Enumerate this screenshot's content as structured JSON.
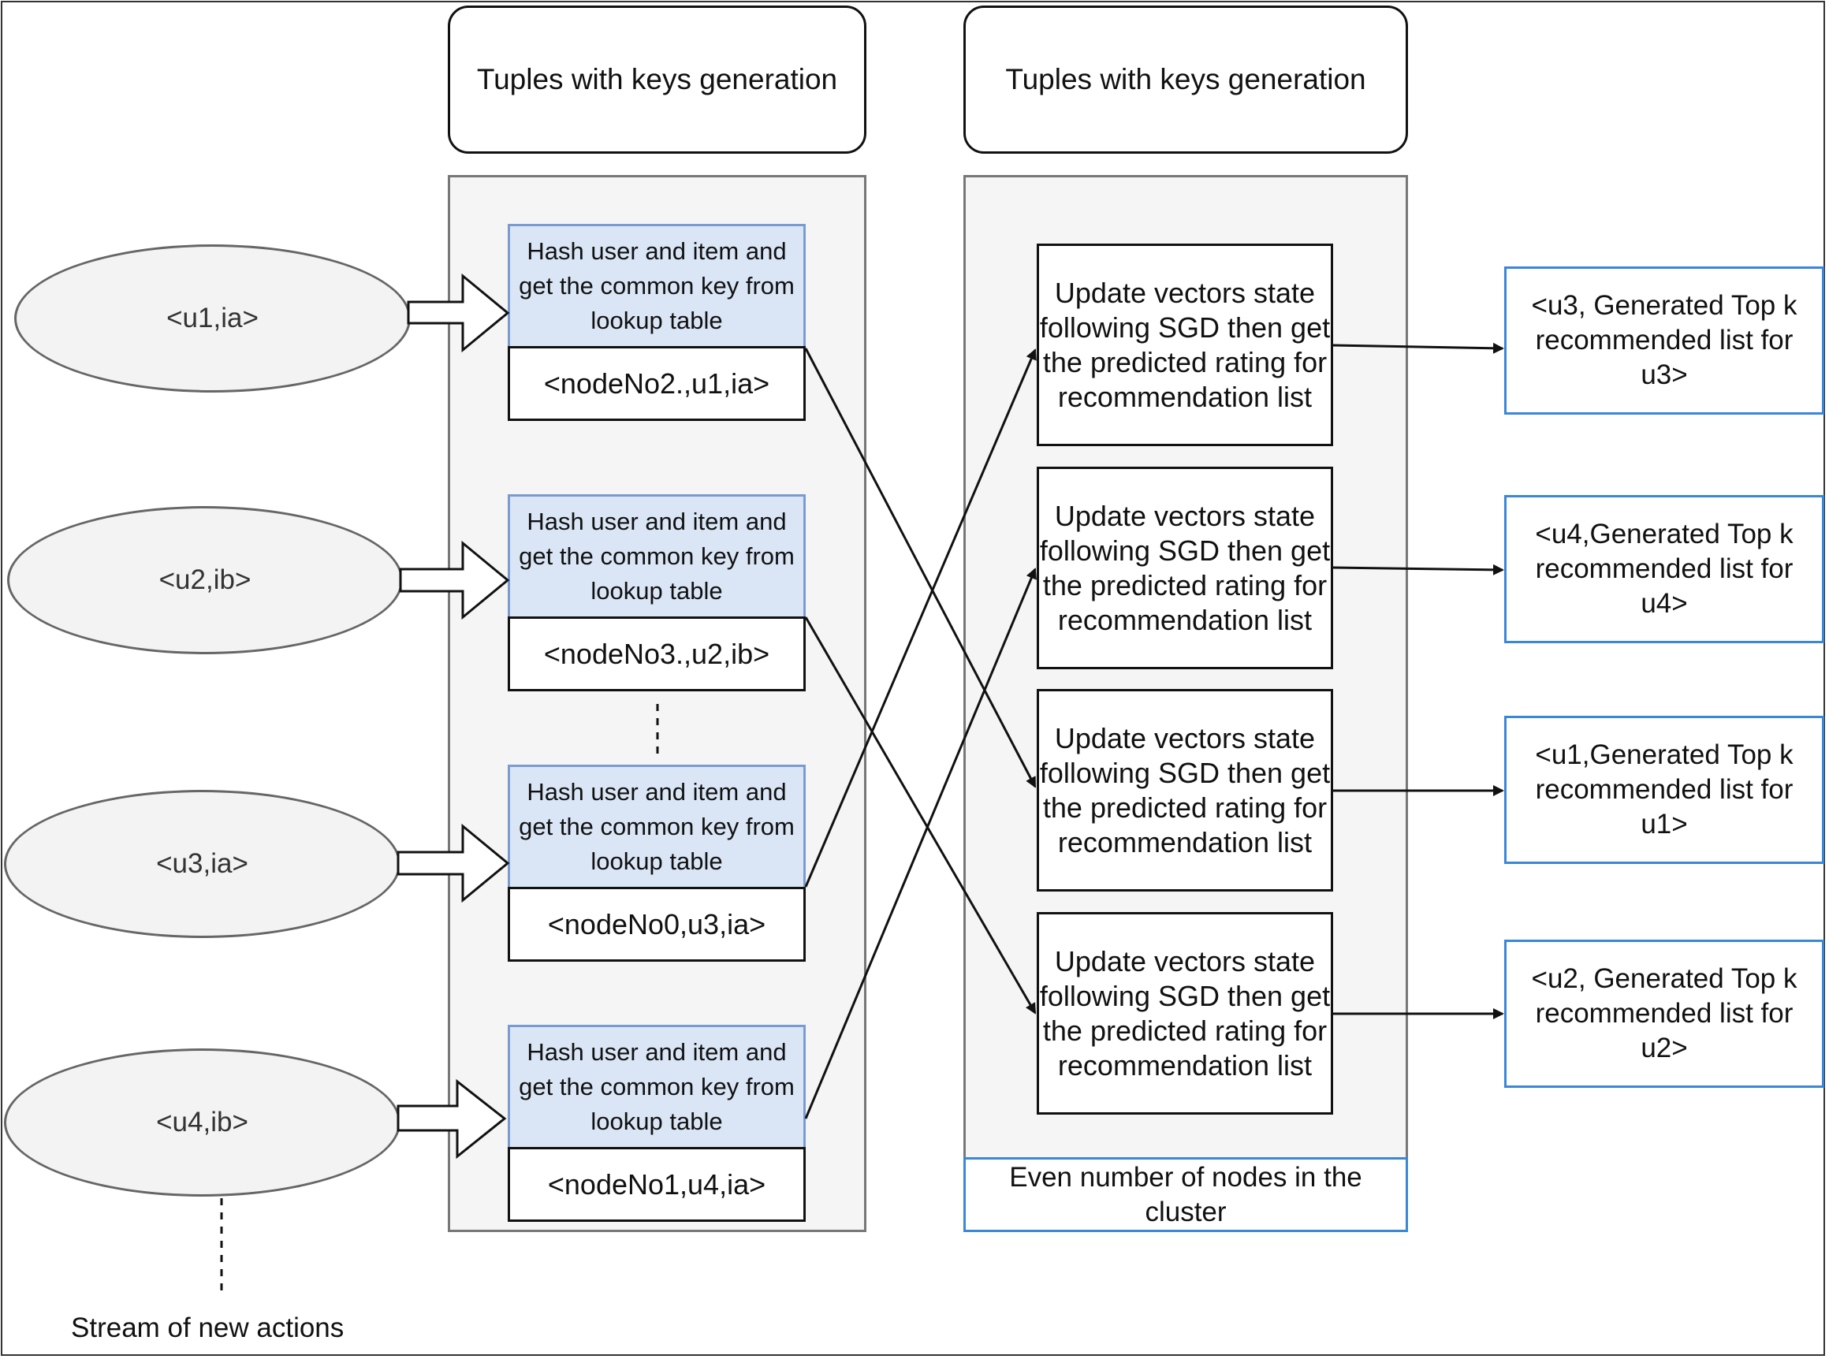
{
  "headers": [
    "Tuples with keys generation",
    "Tuples with keys generation"
  ],
  "stream": [
    {
      "tuple": "<u1,ia>"
    },
    {
      "tuple": "<u2,ib>"
    },
    {
      "tuple": "<u3,ia>"
    },
    {
      "tuple": "<u4,ib>"
    }
  ],
  "key_generation": [
    {
      "hash": "Hash user and item and get the common key from lookup table",
      "key": "<nodeNo2.,u1,ia>"
    },
    {
      "hash": "Hash user and item and get the common key from lookup table",
      "key": "<nodeNo3.,u2,ib>"
    },
    {
      "hash": "Hash user and item and get the common key from lookup table",
      "key": "<nodeNo0,u3,ia>"
    },
    {
      "hash": "Hash user and item and get the common key from lookup table",
      "key": "<nodeNo1,u4,ia>"
    }
  ],
  "nodes": [
    "Update vectors state following SGD then get the predicted rating for recommendation list",
    "Update vectors state following SGD then get the predicted rating for recommendation list",
    "Update vectors state following SGD then get the predicted rating for recommendation list",
    "Update vectors state following SGD then get the predicted rating for recommendation list"
  ],
  "outputs": [
    "<u3, Generated Top k recommended list for u3>",
    "<u4,Generated Top k recommended list for u4>",
    "<u1,Generated Top k recommended list for u1>",
    "<u2, Generated Top k recommended list for u2>"
  ],
  "cluster_note": "Even number of nodes in the cluster",
  "stream_caption": "Stream of new actions"
}
